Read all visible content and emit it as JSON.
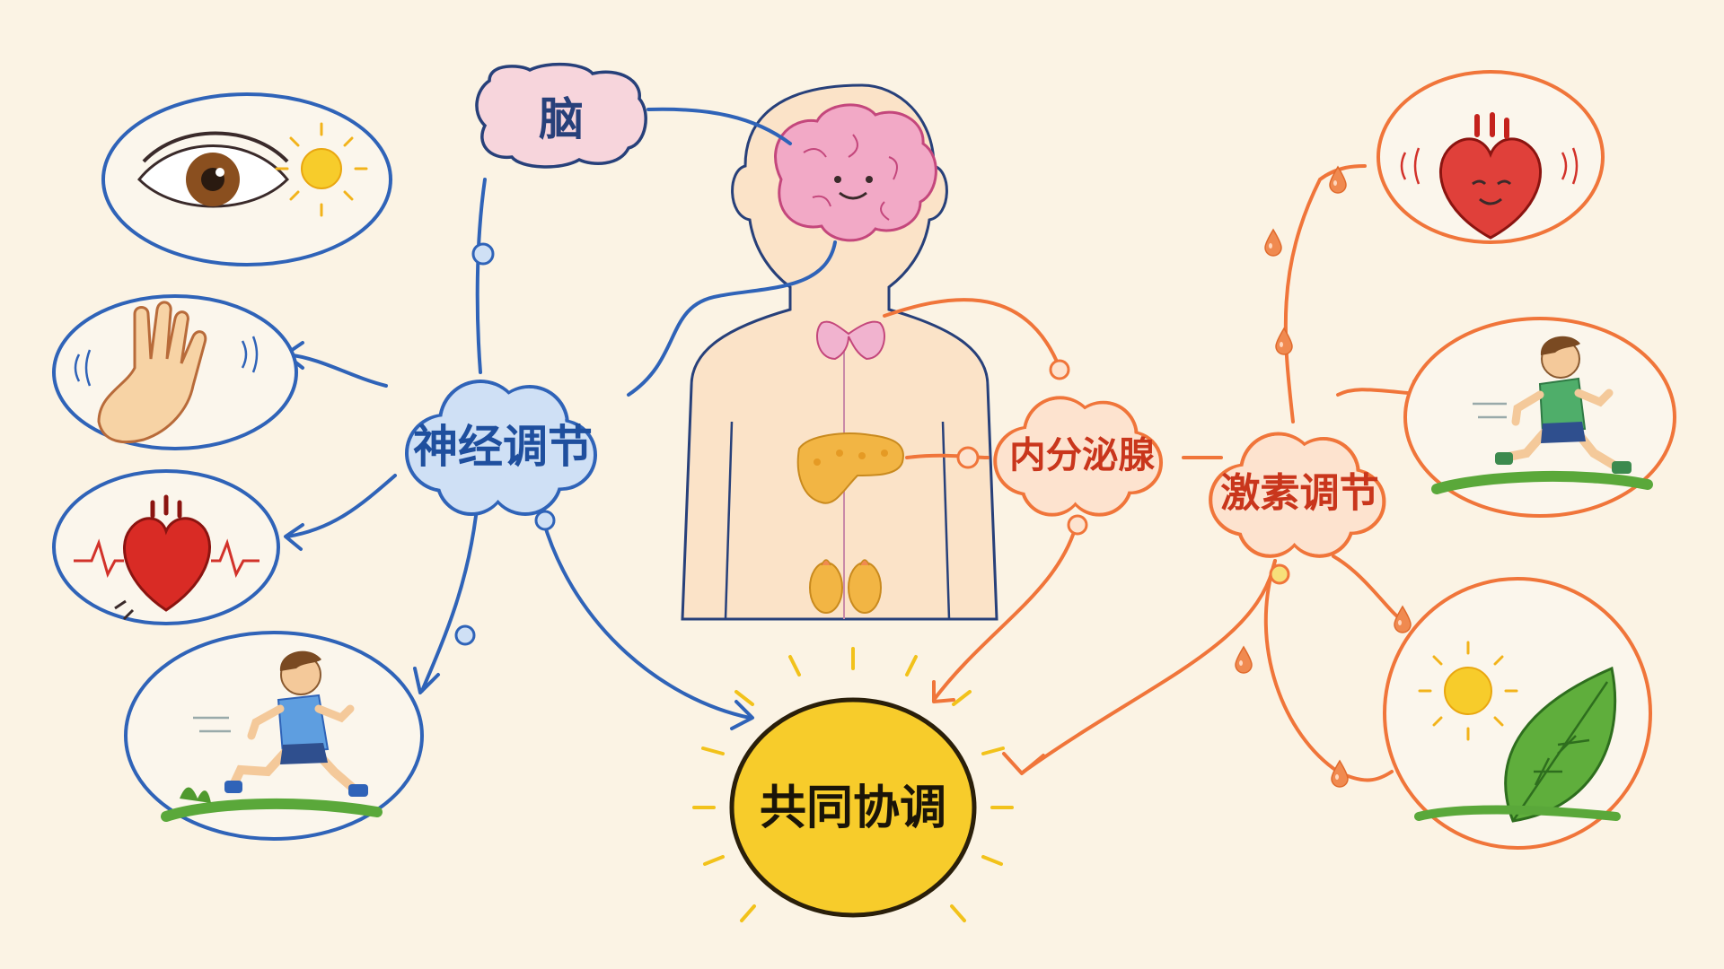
{
  "labels": {
    "brain": "脑",
    "neural": "神经调节",
    "endocrine": "内分泌腺",
    "hormonal": "激素调节",
    "together": "共同协调"
  },
  "colors": {
    "background": "#fbf3e4",
    "neural_blue": "#2f63b8",
    "neural_fill": "#cfe0f5",
    "neural_text": "#1f4f9e",
    "hormone_orange": "#f0753a",
    "hormone_fill": "#fde3cf",
    "hormone_text": "#c9361c",
    "brain_pink": "#f2a9c6",
    "brain_label_fill": "#f7d5dc",
    "sun_yellow": "#f7cc2b",
    "body_skin": "#fbe3c8",
    "body_outline": "#27407a",
    "gland_pink": "#f1b3cf",
    "gland_gold": "#f2b544"
  },
  "icons": {
    "neural": [
      "eye-icon",
      "sun-icon",
      "hand-icon",
      "heart-icon",
      "heartbeat-wave-icon",
      "running-boy-icon"
    ],
    "hormonal": [
      "smiling-heart-icon",
      "running-boy-icon",
      "sun-icon",
      "leaf-icon",
      "hormone-drop-icon"
    ],
    "body": [
      "smiling-brain-icon",
      "thyroid-icon",
      "pancreas-icon",
      "adrenal-kidney-icon"
    ]
  }
}
